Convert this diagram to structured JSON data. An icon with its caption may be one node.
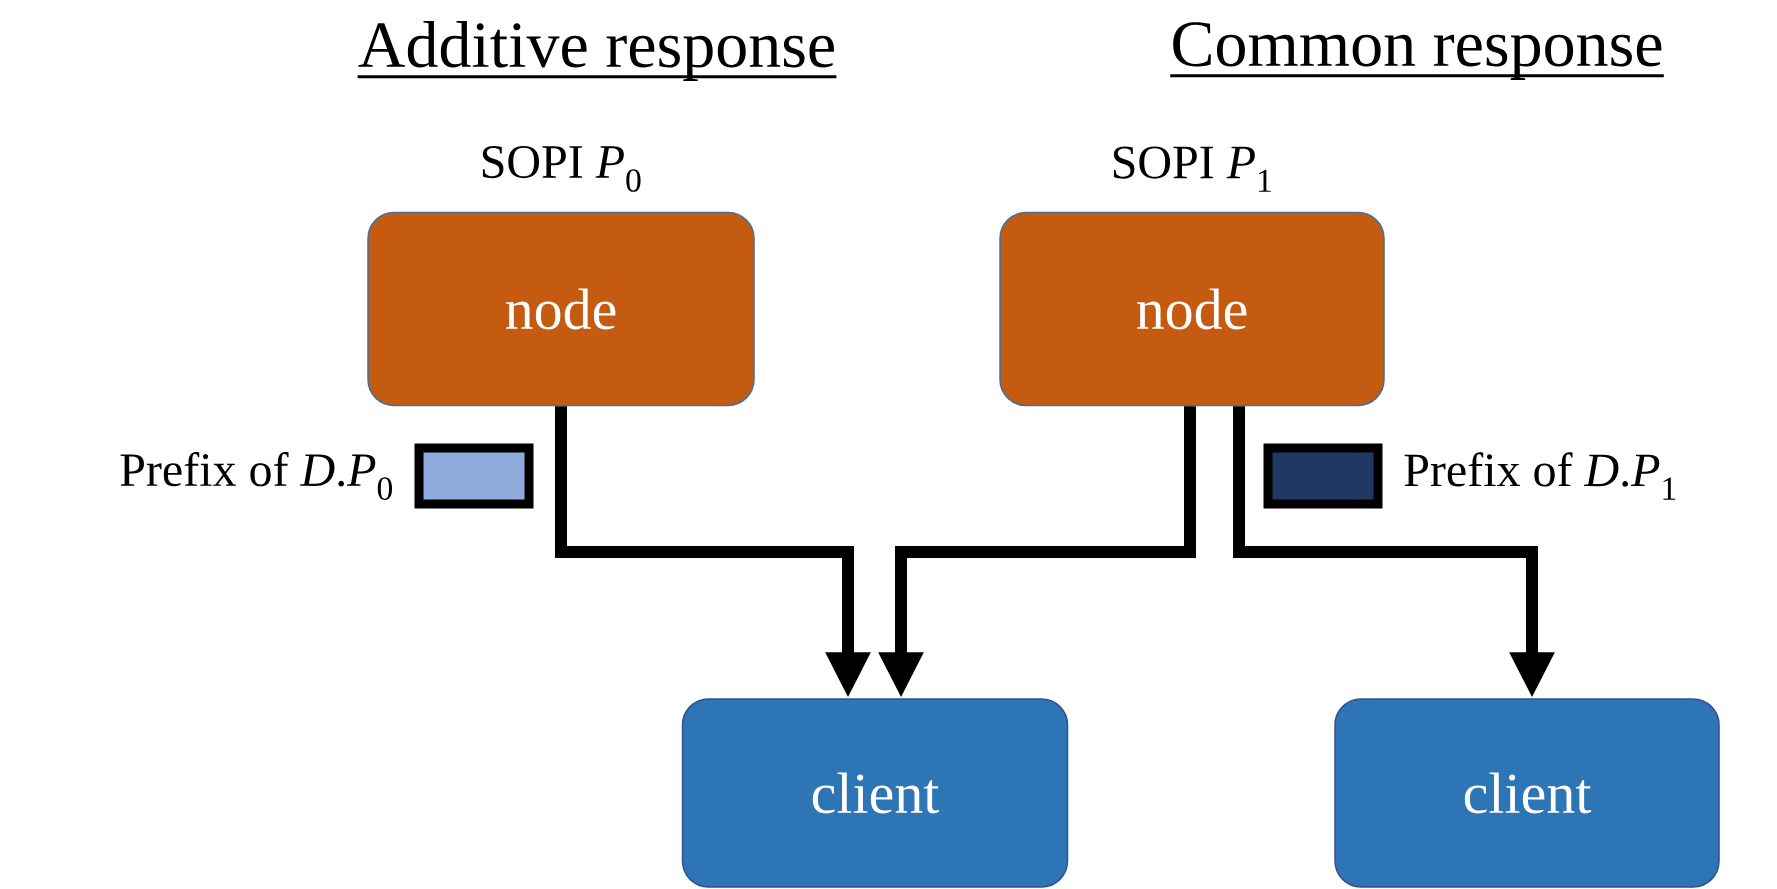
{
  "diagram": {
    "nodes": [
      {
        "text": [
          "node"
        ],
        "beside": [
          "SOPI *P*$_{0}$"
        ]
      },
      {
        "text": [
          "node"
        ],
        "beside": [
          "SOPI *P*$_{1}$"
        ]
      },
      {
        "text": [
          "client"
        ]
      },
      {
        "text": [
          "client"
        ]
      }
    ],
    "edges": [
      {
        "from": 0,
        "to": 2,
        "arrow": "to"
      },
      {
        "from": 1,
        "to": 2,
        "arrow": "to"
      },
      {
        "from": 1,
        "to": 3,
        "arrow": "to"
      }
    ],
    "labels": [
      "Additive response",
      "Common response"
    ],
    "legend": [
      {
        "text": "Prefix of *D*.*P*$_{0}$",
        "color": "#8faadc"
      },
      {
        "text": "Prefix of *D*.*P*$_{1}$",
        "color": "#1f3864"
      }
    ]
  }
}
